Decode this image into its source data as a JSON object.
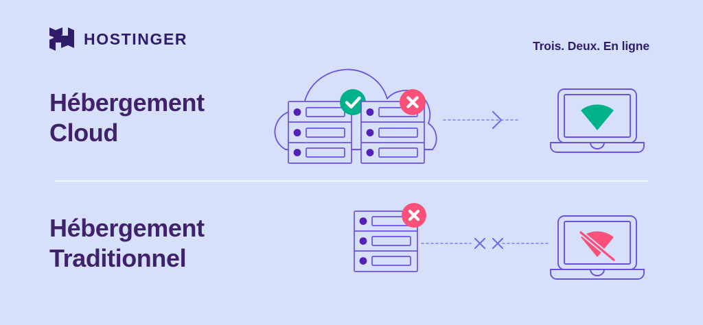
{
  "page": {
    "background_color": "#d7e0fb",
    "brand_color": "#2f1c6a",
    "heading_color": "#40216b",
    "line_color": "#6b4fe0",
    "success_color": "#00b289",
    "error_color": "#f9517a",
    "divider_color": "#eef3ff"
  },
  "header": {
    "logo_icon": "hostinger-h-logo-icon",
    "brand_name": "HOSTINGER",
    "tagline": "Trois. Deux. En ligne"
  },
  "rows": [
    {
      "id": "cloud",
      "title_line1": "Hébergement",
      "title_line2": "Cloud",
      "illustration": {
        "container_icon": "cloud-outline-icon",
        "servers": [
          {
            "name": "server-stack-healthy",
            "badge_icon": "check-circle-icon",
            "badge_color": "#00b289",
            "badge_status": "online",
            "units": 3
          },
          {
            "name": "server-stack-failed",
            "badge_icon": "x-circle-icon",
            "badge_color": "#f9517a",
            "badge_status": "offline",
            "units": 3
          }
        ],
        "connection": {
          "name": "connection-arrow",
          "style": "dashed",
          "marker_icon": "chevron-right-arrow-icon",
          "state": "connected"
        },
        "device": {
          "name": "laptop",
          "icon": "laptop-icon",
          "screen_icon": "wifi-signal-icon",
          "screen_icon_color": "#00b289",
          "screen_status": "connected"
        }
      }
    },
    {
      "id": "traditional",
      "title_line1": "Hébergement",
      "title_line2": "Traditionnel",
      "illustration": {
        "container_icon": "none",
        "servers": [
          {
            "name": "server-stack-failed",
            "badge_icon": "x-circle-icon",
            "badge_color": "#f9517a",
            "badge_status": "offline",
            "units": 3
          }
        ],
        "connection": {
          "name": "connection-broken",
          "style": "dashed",
          "marker_icon": "x-mark-icon",
          "marker_count": 2,
          "state": "broken"
        },
        "device": {
          "name": "laptop",
          "icon": "laptop-icon",
          "screen_icon": "wifi-off-icon",
          "screen_icon_color": "#f9517a",
          "screen_status": "disconnected"
        }
      }
    }
  ]
}
